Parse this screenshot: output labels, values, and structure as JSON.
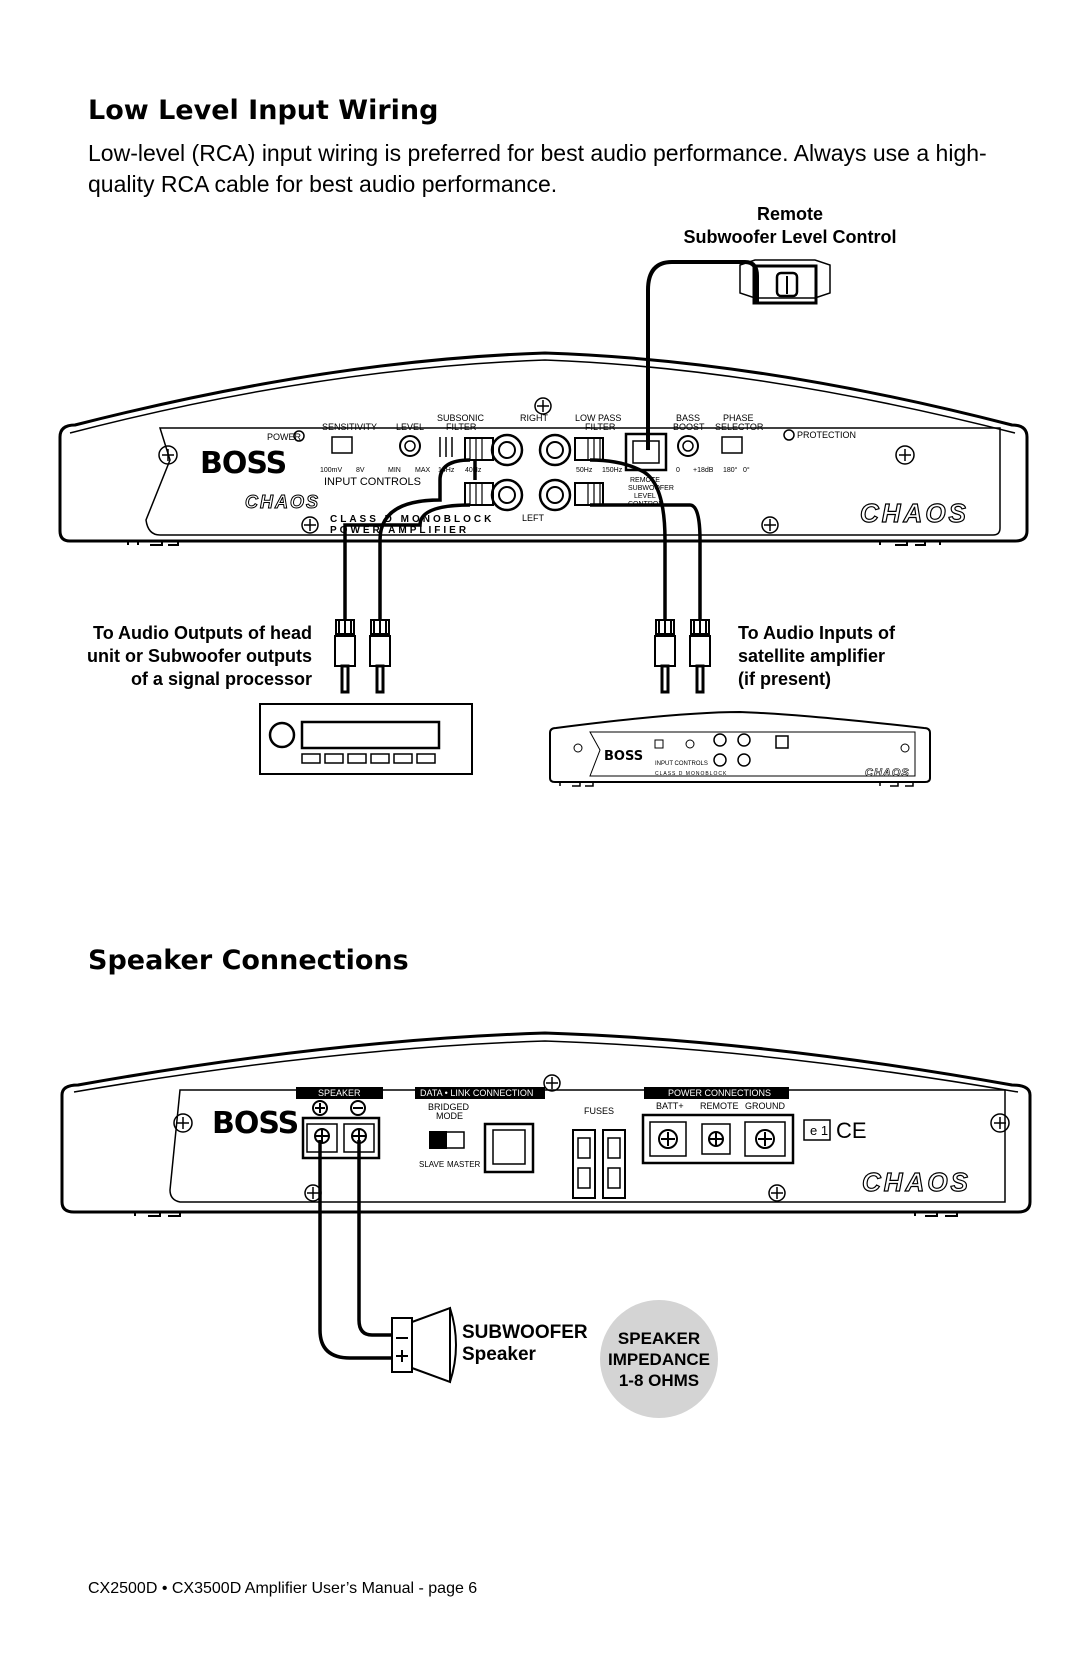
{
  "sections": {
    "low_level": {
      "title": "Low Level Input Wiring",
      "intro": "Low-level (RCA) input wiring is preferred for best audio performance. Always use a high-quality RCA cable for best audio performance.",
      "remote_label_line1": "Remote",
      "remote_label_line2": "Subwoofer Level Control",
      "left_label": [
        "To Audio Outputs of head",
        "unit or Subwoofer outputs",
        "of a signal processor"
      ],
      "right_label": [
        "To Audio Inputs of",
        "satellite amplifier",
        "(if present)"
      ]
    },
    "speaker": {
      "title": "Speaker Connections",
      "subwoofer_label": "SUBWOOFER",
      "speaker_label": "Speaker",
      "impedance": [
        "SPEAKER",
        "IMPEDANCE",
        "1-8 OHMS"
      ]
    }
  },
  "amp_front": {
    "brand": "BOSS",
    "model_logo": "CHAOS",
    "power": "POWER",
    "sensitivity": "SENSITIVITY",
    "level": "LEVEL",
    "subsonic": "SUBSONIC",
    "filter": "FILTER",
    "right": "RIGHT",
    "left": "LEFT",
    "low_pass": "LOW PASS",
    "bass": "BASS",
    "boost": "BOOST",
    "phase": "PHASE",
    "selector": "SELECTOR",
    "protection": "PROTECTION",
    "input_controls": "INPUT CONTROLS",
    "class_d": "CLASS D MONOBLOCK",
    "power_amp": "POWER AMPLIFIER",
    "remote": "REMOTE",
    "subwoofer": "SUBWOOFER",
    "level_word": "LEVEL",
    "control": "CONTROL",
    "sens_min": "100mV",
    "sens_max": "8V",
    "level_min": "MIN",
    "level_max": "MAX",
    "sub_min": "14Hz",
    "sub_max": "40Hz",
    "lp_min": "50Hz",
    "lp_max": "150Hz",
    "boost_min": "0",
    "boost_max": "+18dB",
    "phase_a": "180°",
    "phase_b": "0°"
  },
  "amp_rear": {
    "brand": "BOSS",
    "model_logo": "CHAOS",
    "speaker": "SPEAKER",
    "data_link": "DATA • LINK CONNECTION",
    "bridged": "BRIDGED",
    "mode": "MODE",
    "slave": "SLAVE",
    "master": "MASTER",
    "fuses": "FUSES",
    "power_connections": "POWER CONNECTIONS",
    "batt": "BATT+",
    "remote": "REMOTE",
    "ground": "GROUND",
    "e_mark": "e 1",
    "ce": "CE"
  },
  "footer": "CX2500D • CX3500D Amplifier User’s Manual - page 6"
}
